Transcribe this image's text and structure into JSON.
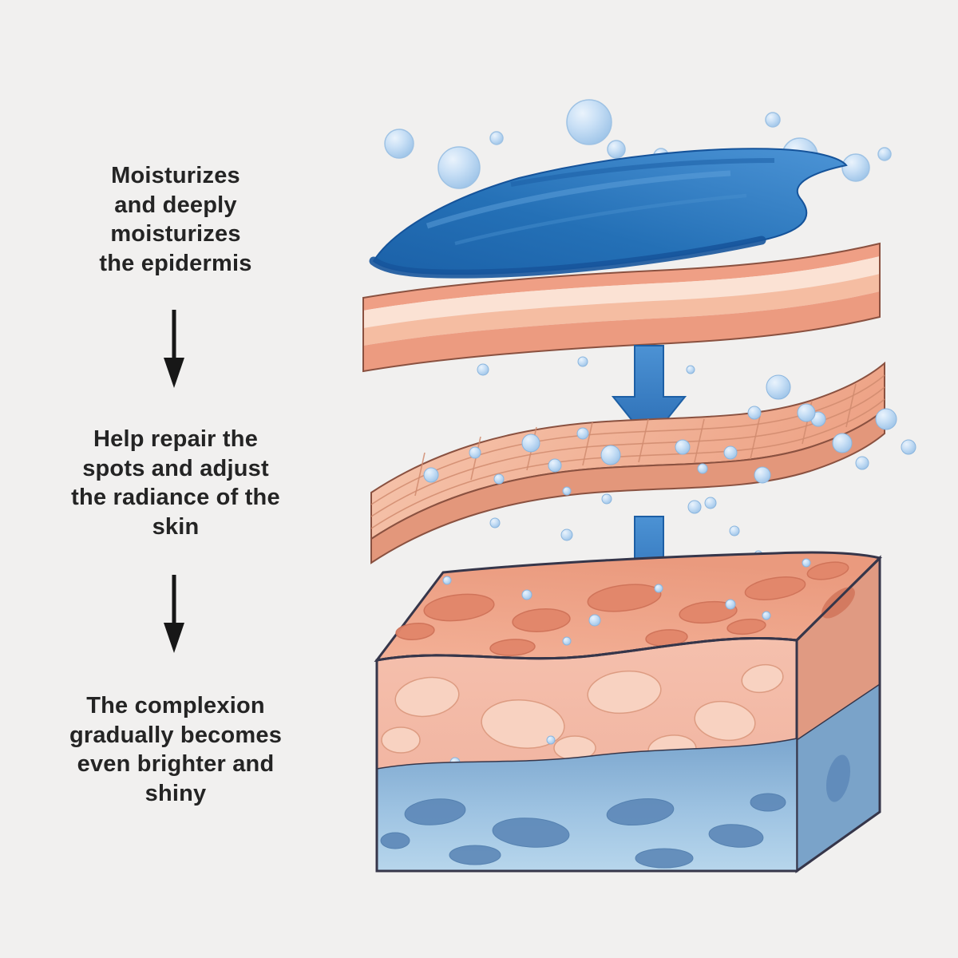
{
  "palette": {
    "bg": "#f1f0ef",
    "text": "#242424",
    "arrow-black": "#171717",
    "arrow-blue": "#2f76ba",
    "bubble-blue": "#bcd9f2",
    "serum-blue": "#2470b6",
    "skin-pink": "#f0a78e",
    "skin-deep-pink": "#e2866a",
    "dermis-blue": "#87aed4"
  },
  "captions": [
    {
      "text": "Moisturizes\nand deeply\nmoisturizes\nthe epidermis"
    },
    {
      "text": "Help repair the\nspots and adjust\nthe radiance of the\nskin"
    },
    {
      "text": "The complexion\ngradually becomes\neven brighter and\nshiny"
    }
  ],
  "diagram": {
    "stages": [
      {
        "name": "serum-with-bubbles-on-epidermis"
      },
      {
        "name": "dermis-sheet-absorbing-moisture"
      },
      {
        "name": "hydrated-skin-block"
      }
    ]
  }
}
